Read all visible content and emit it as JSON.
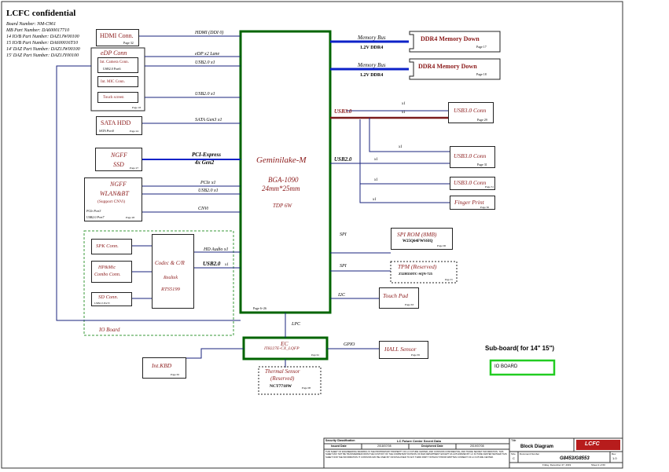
{
  "header": {
    "title": "LCFC confidential",
    "lines": [
      "Board Number:  NM-C961",
      "MB Part Number:  DA600017710",
      "14 IO/B Part Number:  DAZ1JW00100",
      "15 IO/B Part Number:  DA600016T10",
      "14' DAZ Part Number:  DAZ1JW00100",
      "15' DAZ Part Number:  DAZ1JY00100"
    ]
  },
  "cpu": {
    "name": "Geminilake-M",
    "package": "BGA-1090",
    "size": "24mm*25mm",
    "tdp": "TDP 6W",
    "page": "Page 6~26"
  },
  "left": {
    "hdmi": {
      "label": "HDMI Conn.",
      "page": "Page 32",
      "bus": "HDMI (DDI 0)"
    },
    "edp": {
      "label": "eDP Conn",
      "camera": "Int. Camera Conn.",
      "camera_sub": "USB2.0 Port6",
      "mic": "Int. MIC Conn.",
      "touch": "Touch screen",
      "page": "Page 18",
      "bus1": "eDP x2 Lane",
      "bus2": "USB2.0 x1",
      "bus3": "USB2.0 x1"
    },
    "sata": {
      "label": "SATA HDD",
      "sub": "SATA Port0",
      "page": "Page 24",
      "bus": "SATA Gen3 x1"
    },
    "ngff_ssd": {
      "label1": "NGFF",
      "label2": "SSD",
      "page": "Page 27",
      "bus1": "PCI-Express",
      "bus2": "4x Gen2"
    },
    "ngff_wlan": {
      "label1": "NGFF",
      "label2": "WLAN&BT",
      "label3": "(Support CNVi)",
      "sub1": "PCIe Port3",
      "sub2": "USB2.0 Port7",
      "page": "Page 28",
      "bus1": "PCIe x1",
      "bus2": "USB2.0 x1",
      "bus3": "CNVi"
    },
    "io_board": {
      "label": "IO Board",
      "spk": "SPK Conn.",
      "hp1": "HP&Mic",
      "hp2": "Combo Conn.",
      "sd": "SD Conn.",
      "sd_sub": "USB2.0 Port5",
      "codec1": "Codec & C/R",
      "codec2": "Realtek",
      "codec3": "RTS5199",
      "bus_hd": "HD Audio x1",
      "bus_usb": "USB2.0",
      "bus_usb_x": "x1"
    }
  },
  "right": {
    "mem_bus": "Memory Bus",
    "ddr_volt": "1.2V  DDR4",
    "ddr1": {
      "label": "DDR4 Memory Down",
      "page": "Page 17"
    },
    "ddr2": {
      "label": "DDR4 Memory Down",
      "page": "Page 18"
    },
    "usb3_label": "USB3.0",
    "usb2_label": "USB2.0",
    "x1": "x1",
    "usb3_conn1": {
      "label": "USB3.0 Conn",
      "page": "Page 29"
    },
    "usb3_conn2": {
      "label": "USB3.0 Conn",
      "page": "Page 31"
    },
    "usb3_conn3": {
      "label": "USB3.0 Conn",
      "page": "Page 31"
    },
    "finger": {
      "label": "Finger Print",
      "page": "Page 30"
    },
    "spi": "SPI",
    "spi_rom": {
      "label": "SPI ROM (8MB)",
      "part": "W25Q64FWSSIQ",
      "page": "Page 06"
    },
    "tpm": {
      "label": "TPM  (Reserved)",
      "part": "Z32H330TC-SQN-725",
      "page": "Page 33"
    },
    "i2c": "I2C",
    "touchpad": {
      "label": "Touch Pad",
      "page": "Page 63"
    }
  },
  "bottom": {
    "lpc": "LPC",
    "ec": {
      "label": "EC",
      "part": "IT8227E-CX_LQFP",
      "page": "Page 64"
    },
    "gpio": "GPIO",
    "hall": {
      "label": "HALL Sensor",
      "page": "Page 65"
    },
    "kbd": {
      "label": "Int.KBD",
      "page": "Page 65"
    },
    "thermal": {
      "label1": "Thermal Sensor",
      "label2": "(Reserved)",
      "part": "NCT7718W",
      "page": "Page 08"
    },
    "subboard": "Sub-board( for 14\"  15\")",
    "io_board_tag": "IO BOARD"
  },
  "title_block": {
    "security": "Security Classification",
    "secret": "LC Future Center Secret Data",
    "issued": "Issued Date",
    "issued_val": "2018/07/08",
    "deciphered": "Deciphered Date",
    "deciphered_val": "2019/07/08",
    "title_lbl": "Title",
    "title_val": "Block Diagram",
    "size_lbl": "Size",
    "size_val": "C",
    "doc_lbl": "Document Number",
    "doc_val": "G8453/G8553",
    "rev_lbl": "Rev",
    "rev_val": "1.0",
    "date_val": "Friday, December 27, 2019",
    "sheet_val": "Sheet  2  of  60",
    "logo": "LCFC",
    "notice": "THIS SHEET OF ENGINEERING DRAWING IS THE PROPRIETARY PROPERTY OF LC FUTURE CENTER, AND CONTAINS CONFIDENTIAL AND TRADE SECRET INFORMATION. THIS SHEET MAY NOT BE TRANSFERRED FROM THE CUSTODY OF THE COMPETENT DIVISION OF R&D DEPARTMENT EXCEPT AS AUTHORIZED BY LC FUTURE CENTER NEITHER THIS SHEET NOR THE INFORMATION IT CONTAINS MAY BE USED BY OR DISCLOSED TO ANY THIRD PARTY WITHOUT PRIOR WRITTEN CONSENT OF LC FUTURE CENTER."
  }
}
